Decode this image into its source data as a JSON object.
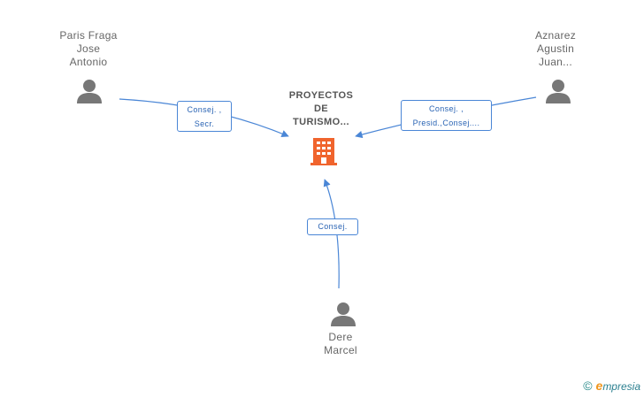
{
  "company": {
    "name_lines": [
      "PROYECTOS",
      "DE",
      "TURISMO..."
    ],
    "icon": "building-icon",
    "color": "#f0642d"
  },
  "people": [
    {
      "id": "paris",
      "name_lines": [
        "Paris Fraga",
        "Jose",
        "Antonio"
      ],
      "icon": "person-icon"
    },
    {
      "id": "aznarez",
      "name_lines": [
        "Aznarez",
        "Agustin",
        "Juan..."
      ],
      "icon": "person-icon"
    },
    {
      "id": "dere",
      "name_lines": [
        "Dere",
        "Marcel"
      ],
      "icon": "person-icon"
    }
  ],
  "edges": [
    {
      "from": "paris",
      "label_lines": [
        "Consej. ,",
        "Secr."
      ]
    },
    {
      "from": "aznarez",
      "label_lines": [
        "Consej. ,",
        "Presid.,Consej...."
      ]
    },
    {
      "from": "dere",
      "label_lines": [
        "Consej."
      ]
    }
  ],
  "colors": {
    "edge": "#4a86d6",
    "person": "#777777",
    "label_text": "#2a64b4"
  },
  "footer": {
    "copyright": "©",
    "brand_initial": "e",
    "brand_rest": "mpresia"
  }
}
